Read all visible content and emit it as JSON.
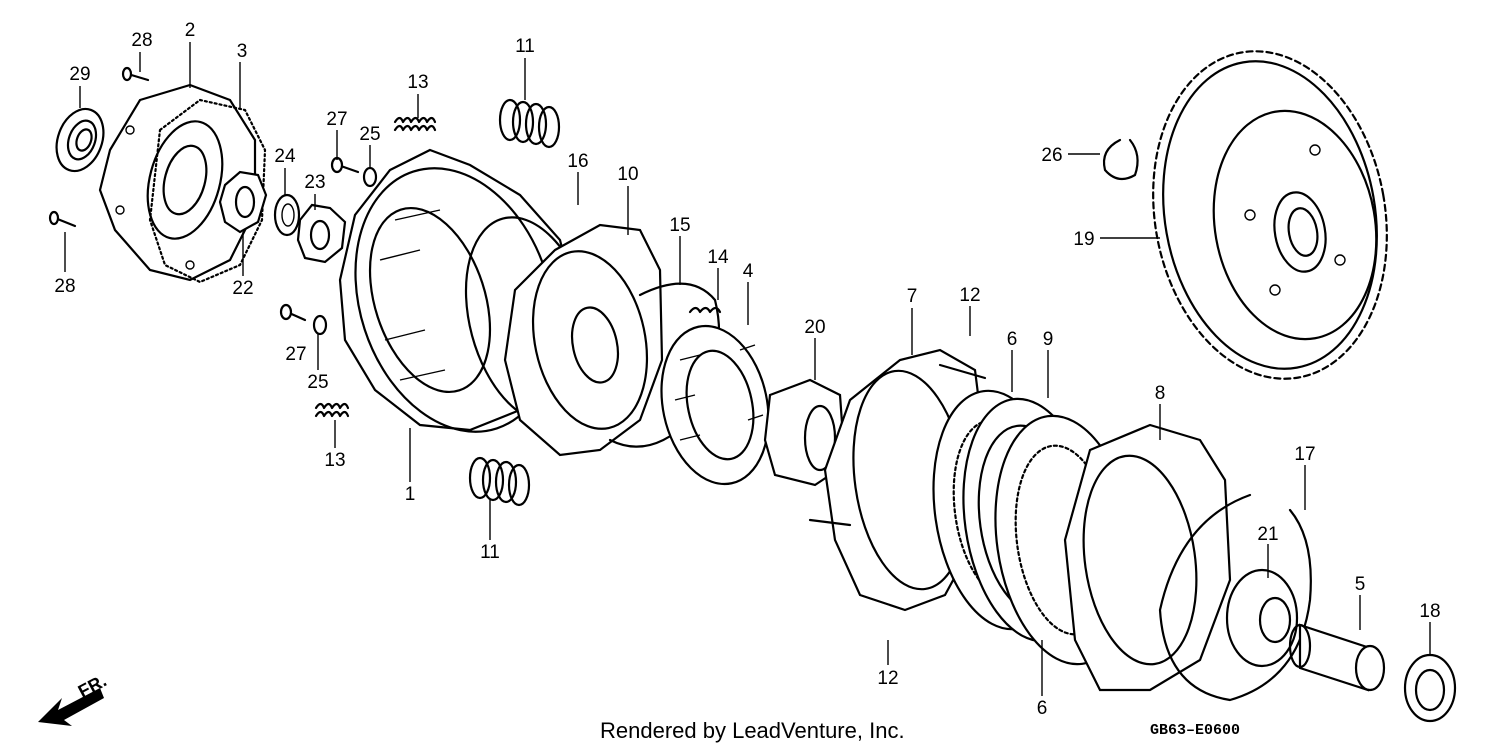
{
  "diagram": {
    "part_labels": {
      "p1": "1",
      "p2": "2",
      "p3": "3",
      "p4": "4",
      "p5": "5",
      "p6a": "6",
      "p6b": "6",
      "p7": "7",
      "p8": "8",
      "p9": "9",
      "p10": "10",
      "p11a": "11",
      "p11b": "11",
      "p12a": "12",
      "p12b": "12",
      "p13a": "13",
      "p13b": "13",
      "p14": "14",
      "p15": "15",
      "p16": "16",
      "p17": "17",
      "p18": "18",
      "p19": "19",
      "p20": "20",
      "p21": "21",
      "p22": "22",
      "p23": "23",
      "p24": "24",
      "p25a": "25",
      "p25b": "25",
      "p26": "26",
      "p27a": "27",
      "p27b": "27",
      "p28a": "28",
      "p28b": "28",
      "p29": "29"
    },
    "direction_label": "FR.",
    "footer_text": "Rendered by LeadVenture, Inc.",
    "diagram_code": "GB63–E0600"
  }
}
